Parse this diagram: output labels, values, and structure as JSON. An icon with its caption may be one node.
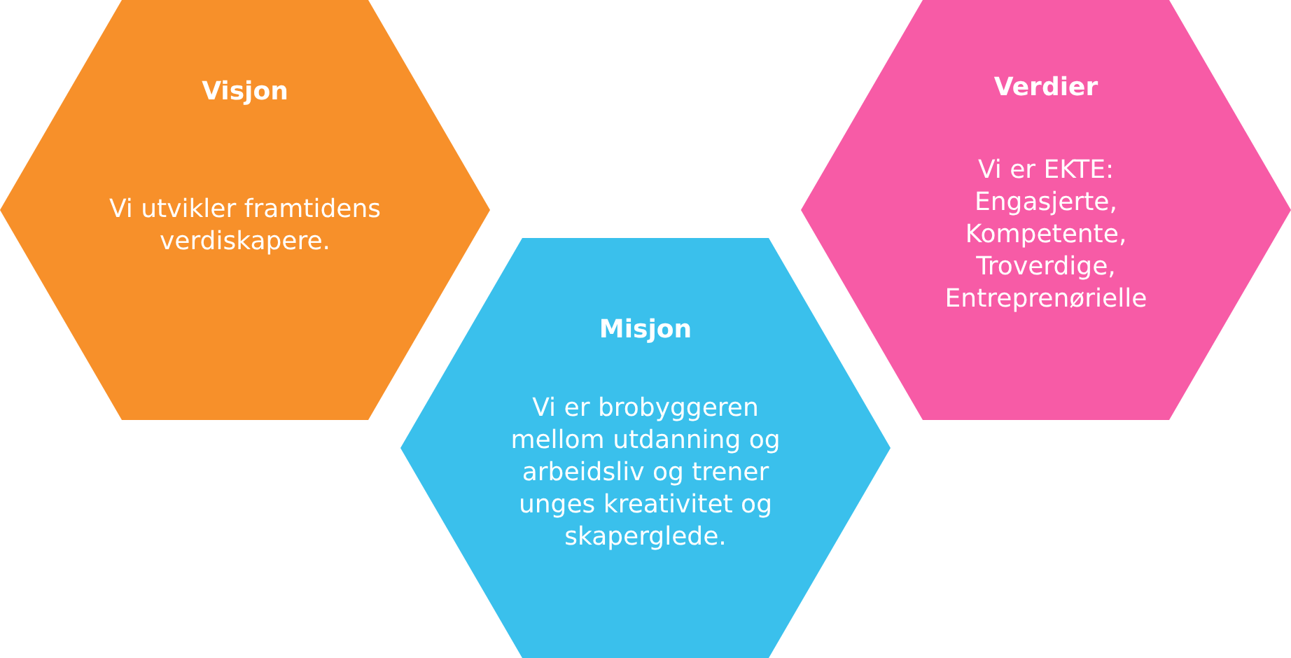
{
  "diagram": {
    "nodes": [
      {
        "text": [
          "Visjon",
          "Vi utvikler framtidens verdiskapere."
        ]
      },
      {
        "text": [
          "Verdier",
          "Vi er EKTE: Engasjerte, Kompetente, Troverdige, Entreprenørielle"
        ]
      },
      {
        "text": [
          "Misjon",
          "Vi er brobyggeren mellom utdanning og arbeidsliv og trener unges kreativitet og skaperglede."
        ]
      }
    ]
  }
}
